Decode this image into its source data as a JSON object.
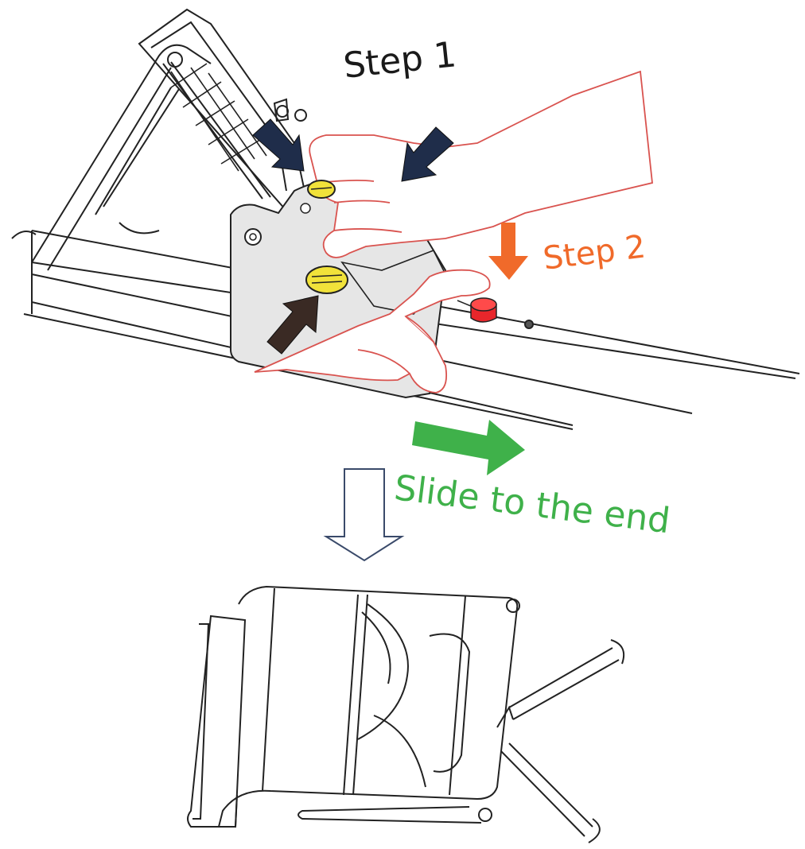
{
  "labels": {
    "step1": "Step 1",
    "step2": "Step 2",
    "slide": "Slide to the end"
  },
  "colors": {
    "press_arrow_navy": "#1f2d4a",
    "press_arrow_dark": "#3a2a24",
    "step2_orange": "#f06a2a",
    "slide_green": "#3fb14a",
    "knob_yellow": "#f1e23a",
    "pin_red": "#e8262b",
    "hand_outline": "#d9534f",
    "line_art": "#222222"
  }
}
